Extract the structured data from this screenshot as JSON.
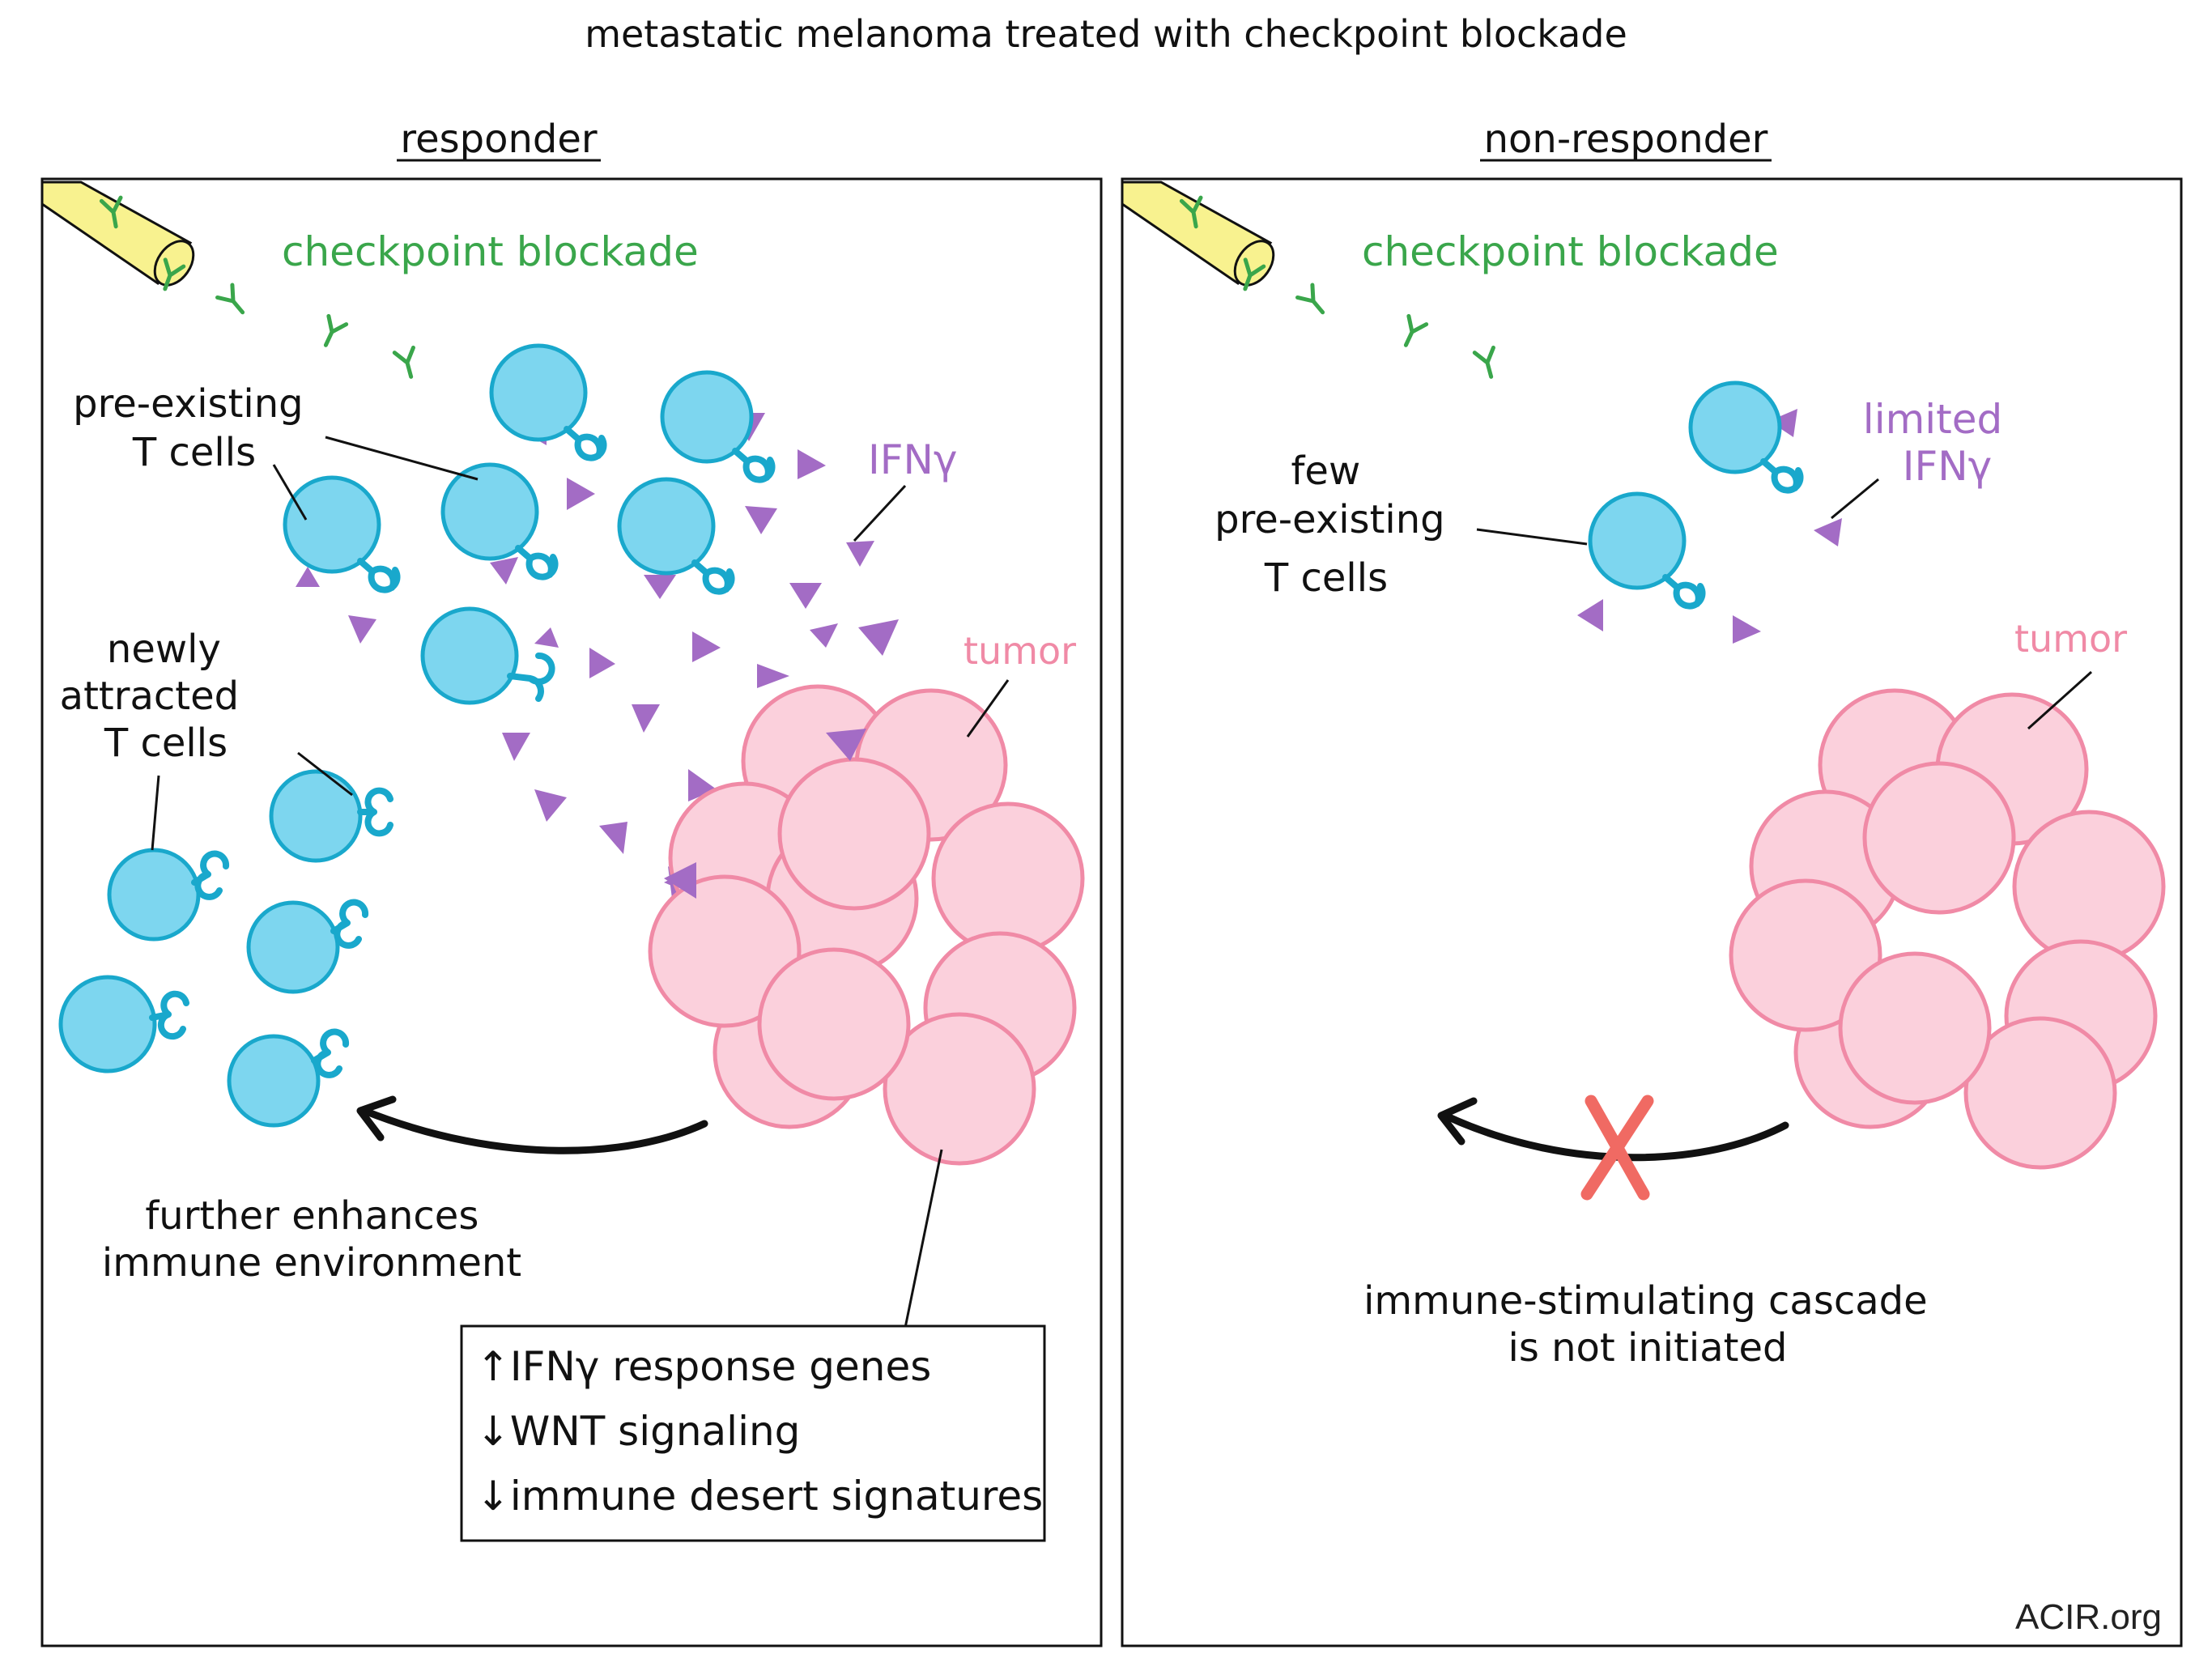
{
  "title": "metastatic melanoma treated with checkpoint blockade",
  "responder": {
    "heading": "responder",
    "drug_label": "checkpoint blockade",
    "pre_existing_label": [
      "pre-existing",
      "T cells"
    ],
    "ifn_label": "IFNγ",
    "tumor_label": "tumor",
    "newly_label": [
      "newly",
      "attracted",
      "T cells"
    ],
    "arrow_label": [
      "further enhances",
      "immune environment"
    ],
    "signature_box": [
      "↑IFNγ response genes",
      "↓WNT signaling",
      "↓immune desert signatures"
    ]
  },
  "non_responder": {
    "heading": "non-responder",
    "drug_label": "checkpoint blockade",
    "ifn_label": [
      "limited",
      "IFNγ"
    ],
    "pre_existing_label": [
      "few",
      "pre-existing",
      "T cells"
    ],
    "tumor_label": "tumor",
    "arrow_label": [
      "immune-stimulating cascade",
      "is not initiated"
    ]
  },
  "brand": "ACIR.org",
  "colors": {
    "t_cell_fill": "#7dd6ef",
    "t_cell_stroke": "#19a8cc",
    "receptor": "#19a8cc",
    "ifn_triangle": "#a36cc5",
    "tumor_fill": "#fbd0dc",
    "tumor_stroke": "#f08aa6",
    "antibody": "#3aa64b",
    "syringe_fill": "#f8f28f",
    "cross": "#f06a63",
    "arrow": "#111111"
  },
  "icons": [
    "syringe-icon",
    "antibody-icon",
    "t-cell-icon",
    "ifn-gamma-triangle-icon",
    "tumor-cell-icon",
    "curved-arrow-icon",
    "red-cross-icon"
  ]
}
